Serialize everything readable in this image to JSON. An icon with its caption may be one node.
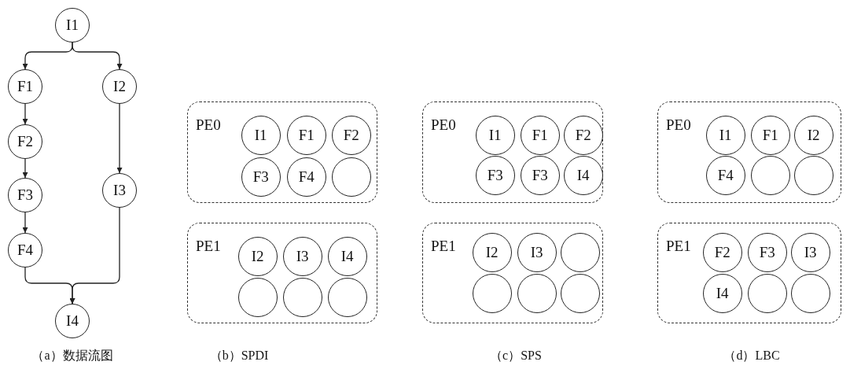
{
  "diagram": {
    "nodes": [
      {
        "text": [
          "I1"
        ]
      },
      {
        "text": [
          "F1"
        ]
      },
      {
        "text": [
          "F2"
        ]
      },
      {
        "text": [
          "F3"
        ]
      },
      {
        "text": [
          "F4"
        ]
      },
      {
        "text": [
          "I2"
        ]
      },
      {
        "text": [
          "I3"
        ]
      },
      {
        "text": [
          "I4"
        ]
      },
      {
        "text": [
          "PE0"
        ]
      },
      {
        "text": [
          "I1"
        ],
        "in": 8
      },
      {
        "text": [
          "F1"
        ],
        "in": 8
      },
      {
        "text": [
          "F2"
        ],
        "in": 8
      },
      {
        "text": [
          "F3"
        ],
        "in": 8
      },
      {
        "text": [
          "F4"
        ],
        "in": 8
      },
      {
        "text": [],
        "shape": "circle",
        "in": 8
      },
      {
        "text": [
          "PE1"
        ]
      },
      {
        "text": [
          "I2"
        ],
        "in": 15
      },
      {
        "text": [
          "I3"
        ],
        "in": 15
      },
      {
        "text": [
          "I4"
        ],
        "in": 15
      },
      {
        "text": [],
        "shape": "circle",
        "in": 15
      },
      {
        "text": [],
        "shape": "circle",
        "in": 15
      },
      {
        "text": [],
        "shape": "circle",
        "in": 15
      },
      {
        "text": [
          "PE0"
        ]
      },
      {
        "text": [
          "I1"
        ],
        "in": 22
      },
      {
        "text": [
          "F1"
        ],
        "in": 22
      },
      {
        "text": [
          "F2"
        ],
        "in": 22
      },
      {
        "text": [
          "F3"
        ],
        "in": 22
      },
      {
        "text": [
          "F3"
        ],
        "in": 22
      },
      {
        "text": [
          "I4"
        ],
        "in": 22
      },
      {
        "text": [
          "PE1"
        ]
      },
      {
        "text": [
          "I2"
        ],
        "in": 29
      },
      {
        "text": [
          "I3"
        ],
        "in": 29
      },
      {
        "text": [],
        "shape": "circle",
        "in": 29
      },
      {
        "text": [],
        "shape": "circle",
        "in": 29
      },
      {
        "text": [],
        "shape": "circle",
        "in": 29
      },
      {
        "text": [],
        "shape": "circle",
        "in": 29
      },
      {
        "text": [
          "PE0"
        ]
      },
      {
        "text": [
          "I1"
        ],
        "in": 36
      },
      {
        "text": [
          "F1"
        ],
        "in": 36
      },
      {
        "text": [
          "I2"
        ],
        "in": 36
      },
      {
        "text": [
          "F4"
        ],
        "in": 36
      },
      {
        "text": [],
        "shape": "circle",
        "in": 36
      },
      {
        "text": [],
        "shape": "circle",
        "in": 36
      },
      {
        "text": [
          "PE1"
        ]
      },
      {
        "text": [
          "F2"
        ],
        "in": 43
      },
      {
        "text": [
          "F3"
        ],
        "in": 43
      },
      {
        "text": [
          "I3"
        ],
        "in": 43
      },
      {
        "text": [
          "I4"
        ],
        "in": 43
      },
      {
        "text": [],
        "shape": "circle",
        "in": 43
      },
      {
        "text": [],
        "shape": "circle",
        "in": 43
      }
    ],
    "edges": [
      {
        "from": 0,
        "to": 1,
        "arrow": "to"
      },
      {
        "from": 0,
        "to": 5,
        "arrow": "to"
      },
      {
        "from": 1,
        "to": 2,
        "arrow": "to"
      },
      {
        "from": 2,
        "to": 3,
        "arrow": "to"
      },
      {
        "from": 3,
        "to": 4,
        "arrow": "to"
      },
      {
        "from": 5,
        "to": 6,
        "arrow": "to"
      },
      {
        "from": 4,
        "to": 7,
        "arrow": "to"
      },
      {
        "from": 6,
        "to": 7,
        "arrow": "to"
      }
    ],
    "labels": [
      "（a）数据流图",
      "（b）SPDI",
      "（c）SPS",
      "（d）LBC"
    ]
  }
}
